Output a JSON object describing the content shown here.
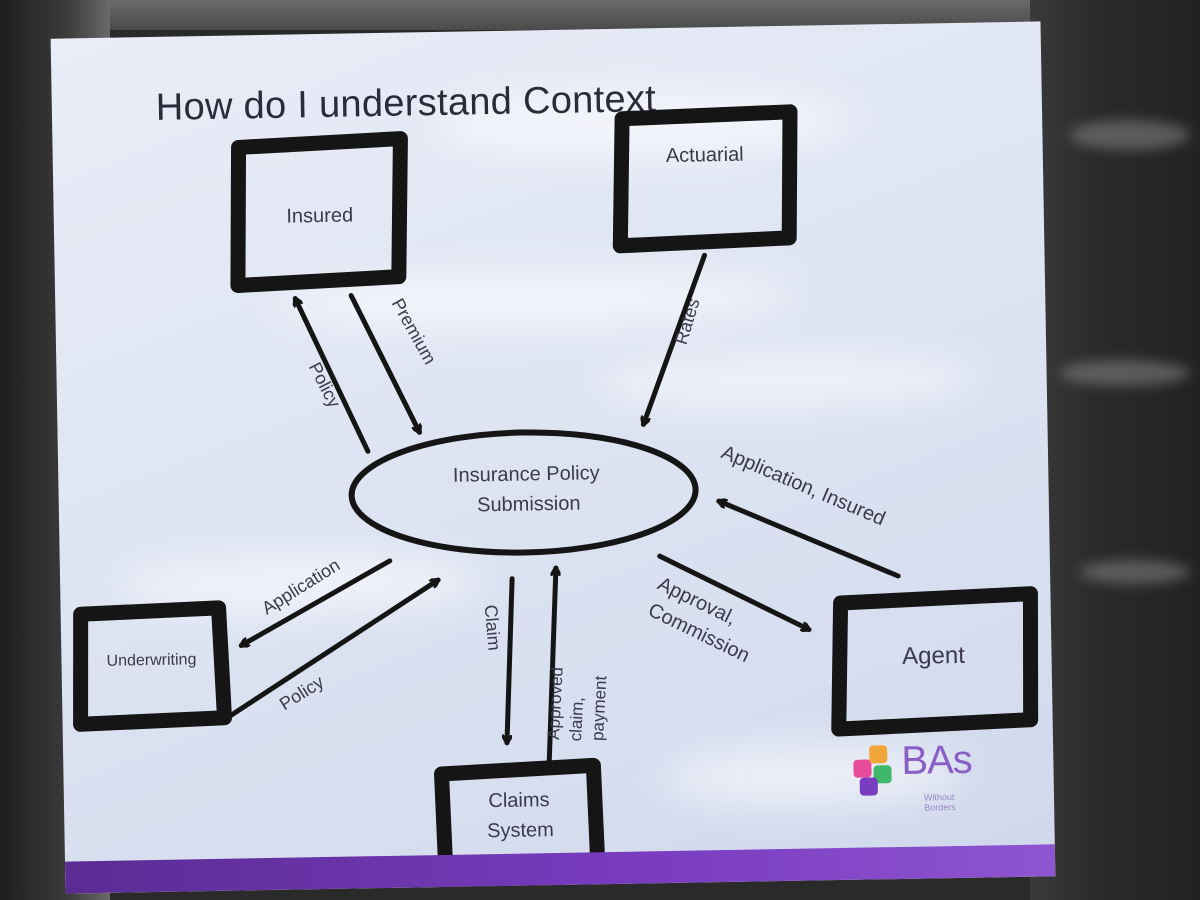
{
  "slide": {
    "title": "How do I understand Context"
  },
  "diagram": {
    "center": {
      "line1": "Insurance Policy",
      "line2": "Submission"
    },
    "entities": {
      "insured": "Insured",
      "actuarial": "Actuarial",
      "underwriting": "Underwriting",
      "claims_line1": "Claims",
      "claims_line2": "System",
      "agent": "Agent"
    },
    "flows": {
      "policy_to_insured": "Policy",
      "premium_from_insured": "Premium",
      "rates": "Rates",
      "application_insured": "Application, Insured",
      "approval_line1": "Approval,",
      "approval_line2": "Commission",
      "application_to_uw": "Application",
      "policy_from_uw": "Policy",
      "claim": "Claim",
      "approved_line1": "Approved",
      "approved_line2": "claim,",
      "approved_line3": "payment"
    }
  },
  "logo": {
    "text": "BAs",
    "subtitle": "Without Borders"
  },
  "colors": {
    "ink": "#151515",
    "slide_bg": "#dfe5f3",
    "brand_purple": "#7a3cc1"
  }
}
